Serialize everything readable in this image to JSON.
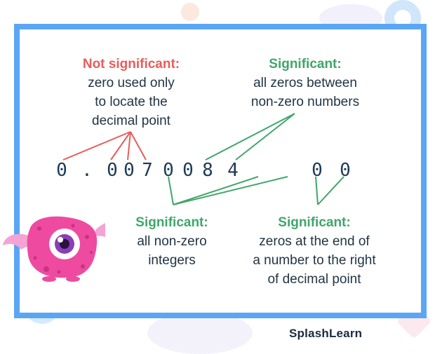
{
  "annotations": {
    "not_significant": {
      "heading": "Not significant:",
      "lines": [
        "zero used only",
        "to locate the",
        "decimal point"
      ]
    },
    "between_zeros": {
      "heading": "Significant:",
      "lines": [
        "all zeros between",
        "non-zero numbers"
      ]
    },
    "non_zero": {
      "heading": "Significant:",
      "lines": [
        "all non-zero",
        "integers"
      ]
    },
    "trailing_zeros": {
      "heading": "Significant:",
      "lines": [
        "zeros at the end of",
        "a number to the right",
        "of decimal point"
      ]
    }
  },
  "number": [
    "0",
    ".",
    "0",
    "0",
    "7",
    "0",
    "0",
    "8",
    "4",
    "0",
    "0"
  ],
  "brand": "SplashLearn",
  "colors": {
    "frame": "#5aa6f5",
    "not_significant": "#e85d5a",
    "significant": "#3fa66a",
    "digits": "#1c3b55"
  }
}
